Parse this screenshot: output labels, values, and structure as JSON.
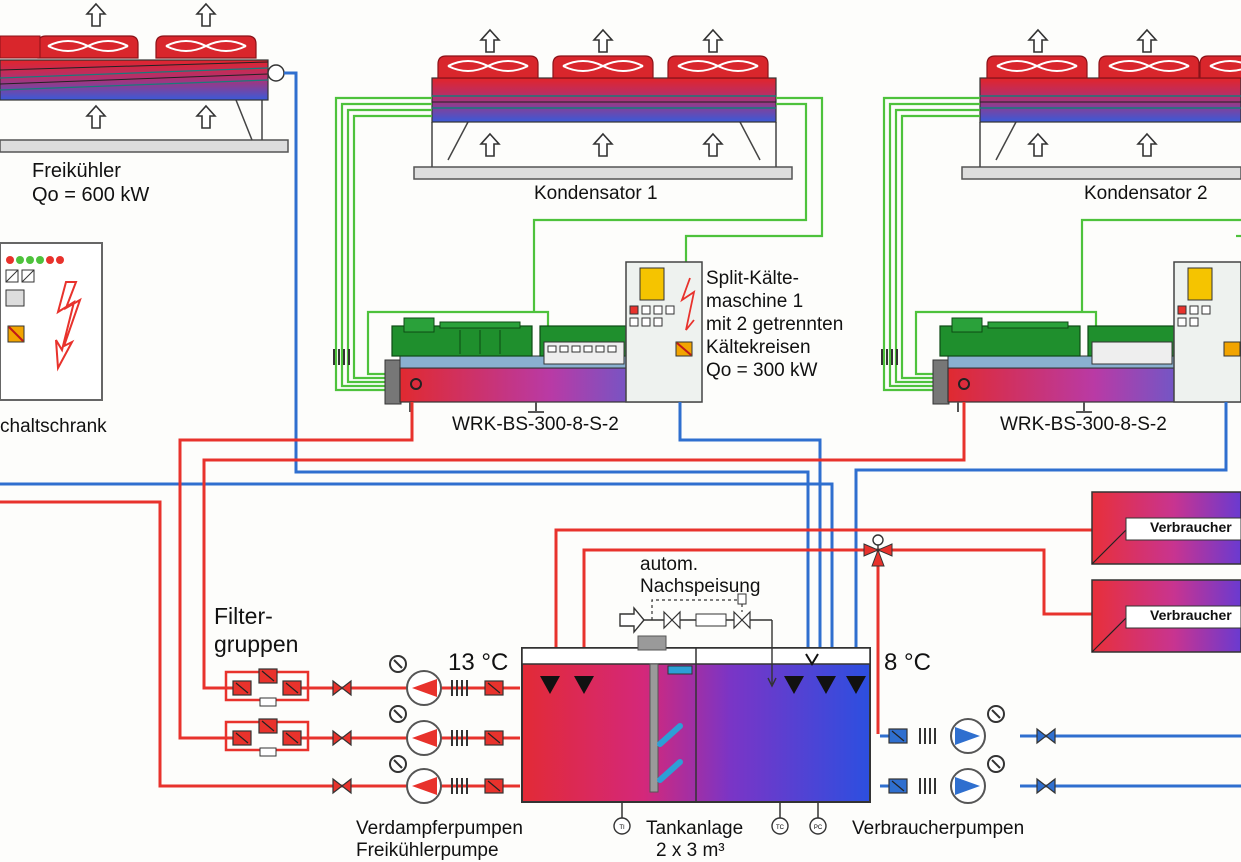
{
  "freikuehler": {
    "name": "Freikühler",
    "power": "Qo = 600 kW"
  },
  "schaltschrank": {
    "label": "chaltschrank"
  },
  "kondensator1": {
    "name": "Kondensator 1"
  },
  "kondensator2": {
    "name": "Kondensator 2"
  },
  "machine1": {
    "model": "WRK-BS-300-8-S-2",
    "description": [
      "Split-Kälte-",
      "maschine 1",
      "mit 2 getrennten",
      "Kältekreisen",
      "Qo = 300 kW"
    ]
  },
  "machine2": {
    "model": "WRK-BS-300-8-S-2"
  },
  "filter": {
    "line1": "Filter-",
    "line2": "gruppen"
  },
  "nachspeisung": {
    "line1": "autom.",
    "line2": "Nachspeisung"
  },
  "temperatures": {
    "warm": "13 °C",
    "cold": "8 °C"
  },
  "consumers": {
    "label1": "Verbraucher",
    "label2": "Verbraucher"
  },
  "pumps": {
    "evaporator": "Verdampferpumpen",
    "freecooler": "Freikühlerpumpe",
    "consumer": "Verbraucherpumpen"
  },
  "tank": {
    "name": "Tankanlage",
    "volume": "2 x 3 m³"
  },
  "sensors": {
    "ti": "TI",
    "tc": "TC",
    "pc": "PC"
  },
  "colors": {
    "warm_water": "#e8322c",
    "cold_water": "#2f6fcf",
    "refrigerant": "#4ec23c",
    "machine": "#1f8f2d",
    "coil_red": "#d8262a"
  }
}
